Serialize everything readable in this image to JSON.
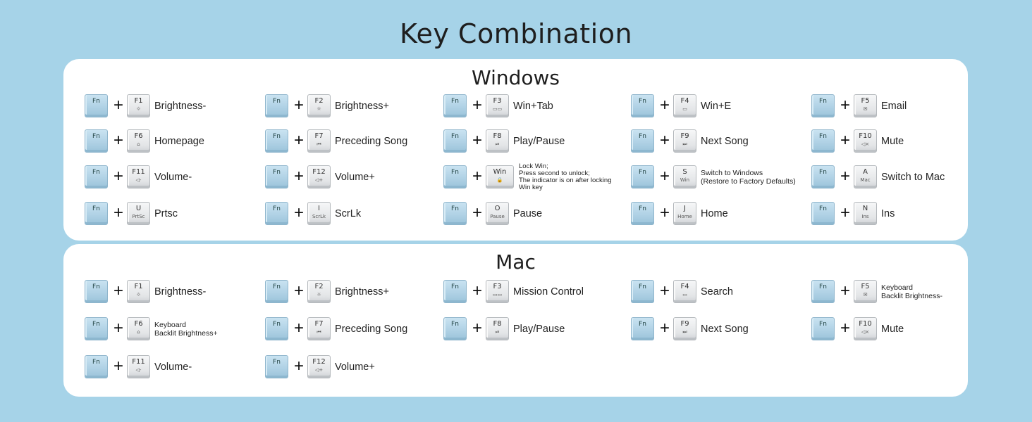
{
  "title": "Key Combination",
  "fn_label": "Fn",
  "plus": "+",
  "windows": {
    "title": "Windows",
    "combos": [
      {
        "id": "win-f1",
        "key": "F1",
        "sub": "☼",
        "desc": "Brightness-"
      },
      {
        "id": "win-f2",
        "key": "F2",
        "sub": "☼",
        "desc": "Brightness+"
      },
      {
        "id": "win-f3",
        "key": "F3",
        "sub": "▭▭",
        "desc": "Win+Tab"
      },
      {
        "id": "win-f4",
        "key": "F4",
        "sub": "▭",
        "desc": "Win+E"
      },
      {
        "id": "win-f5",
        "key": "F5",
        "sub": "✉",
        "desc": "Email"
      },
      {
        "id": "win-f6",
        "key": "F6",
        "sub": "⌂",
        "desc": "Homepage"
      },
      {
        "id": "win-f7",
        "key": "F7",
        "sub": "⏮",
        "desc": "Preceding Song"
      },
      {
        "id": "win-f8",
        "key": "F8",
        "sub": "⏯",
        "desc": "Play/Pause"
      },
      {
        "id": "win-f9",
        "key": "F9",
        "sub": "⏭",
        "desc": "Next Song"
      },
      {
        "id": "win-f10",
        "key": "F10",
        "sub": "◁×",
        "desc": "Mute"
      },
      {
        "id": "win-f11",
        "key": "F11",
        "sub": "◁-",
        "desc": "Volume-"
      },
      {
        "id": "win-f12",
        "key": "F12",
        "sub": "◁+",
        "desc": "Volume+"
      },
      {
        "id": "win-win",
        "key": "Win",
        "sub": "🔒",
        "desc": "Lock Win;\nPress second to unlock;\nThe indicator is on after locking Win key"
      },
      {
        "id": "win-s",
        "key": "S",
        "sub": "Win",
        "desc": "Switch to Windows\n(Restore to Factory Defaults)"
      },
      {
        "id": "win-a",
        "key": "A",
        "sub": "Mac",
        "desc": "Switch to Mac"
      },
      {
        "id": "win-u",
        "key": "U",
        "sub": "PrtSc",
        "desc": "Prtsc"
      },
      {
        "id": "win-i",
        "key": "I",
        "sub": "ScrLk",
        "desc": "ScrLk"
      },
      {
        "id": "win-o",
        "key": "O",
        "sub": "Pause",
        "desc": "Pause"
      },
      {
        "id": "win-j",
        "key": "J",
        "sub": "Home",
        "desc": "Home"
      },
      {
        "id": "win-n",
        "key": "N",
        "sub": "Ins",
        "desc": "Ins"
      }
    ]
  },
  "mac": {
    "title": "Mac",
    "combos": [
      {
        "id": "mac-f1",
        "key": "F1",
        "sub": "☼",
        "desc": "Brightness-"
      },
      {
        "id": "mac-f2",
        "key": "F2",
        "sub": "☼",
        "desc": "Brightness+"
      },
      {
        "id": "mac-f3",
        "key": "F3",
        "sub": "▭▭",
        "desc": "Mission Control"
      },
      {
        "id": "mac-f4",
        "key": "F4",
        "sub": "▭",
        "desc": "Search"
      },
      {
        "id": "mac-f5",
        "key": "F5",
        "sub": "✉",
        "desc": "Keyboard\nBacklit Brightness-"
      },
      {
        "id": "mac-f6",
        "key": "F6",
        "sub": "⌂",
        "desc": "Keyboard\nBacklit Brightness+"
      },
      {
        "id": "mac-f7",
        "key": "F7",
        "sub": "⏮",
        "desc": "Preceding Song"
      },
      {
        "id": "mac-f8",
        "key": "F8",
        "sub": "⏯",
        "desc": "Play/Pause"
      },
      {
        "id": "mac-f9",
        "key": "F9",
        "sub": "⏭",
        "desc": "Next Song"
      },
      {
        "id": "mac-f10",
        "key": "F10",
        "sub": "◁×",
        "desc": "Mute"
      },
      {
        "id": "mac-f11",
        "key": "F11",
        "sub": "◁-",
        "desc": "Volume-"
      },
      {
        "id": "mac-f12",
        "key": "F12",
        "sub": "◁+",
        "desc": "Volume+"
      }
    ]
  }
}
